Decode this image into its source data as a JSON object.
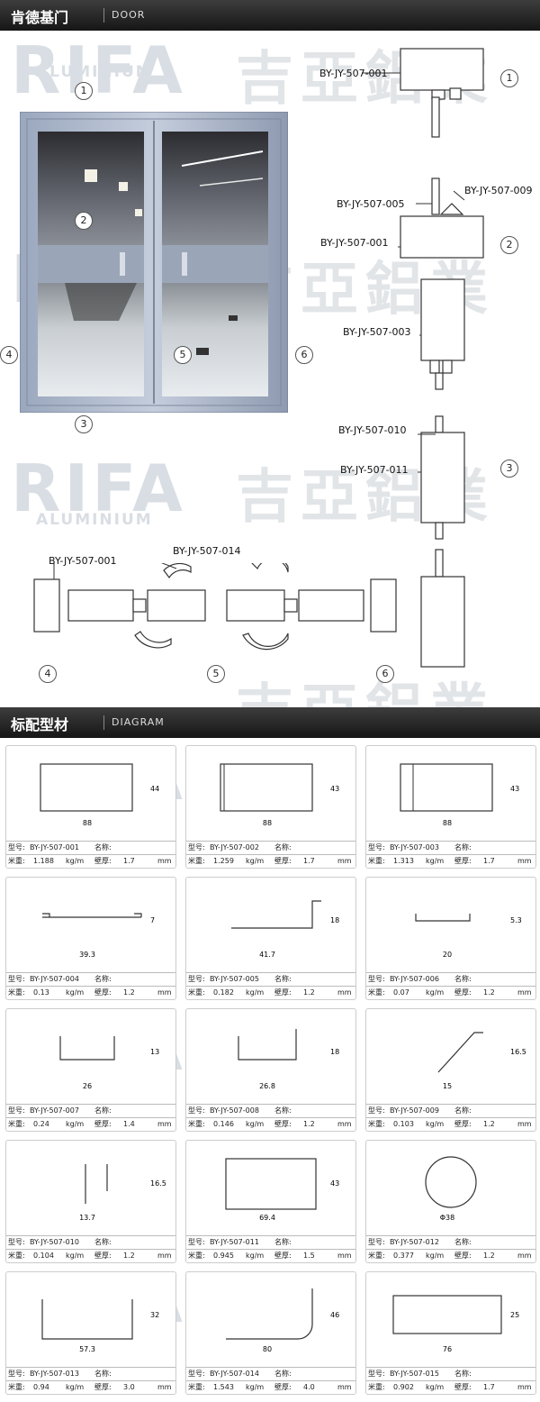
{
  "section_door": {
    "title_cn": "肯德基门",
    "title_en": "DOOR"
  },
  "section_diagram": {
    "title_cn": "标配型材",
    "title_en": "DIAGRAM"
  },
  "watermarks": {
    "brand": "RIFA",
    "sub": "ALUMINIUM",
    "cn": "吉亞鋁業"
  },
  "callouts": [
    "1",
    "2",
    "3",
    "4",
    "5",
    "6"
  ],
  "door_labels": {
    "s1": "BY-JY-507-001",
    "s2a": "BY-JY-507-005",
    "s2b": "BY-JY-507-009",
    "s2c": "BY-JY-507-001",
    "s3a": "BY-JY-507-003",
    "s3b": "BY-JY-507-010",
    "s3c": "BY-JY-507-011",
    "s4": "BY-JY-507-001",
    "s5": "BY-JY-507-014"
  },
  "field_labels": {
    "model": "型号:",
    "name": "名称:",
    "weight": "米重:",
    "unit": "kg/m",
    "thick": "壁厚:",
    "mm": "mm"
  },
  "profiles": [
    {
      "model": "BY-JY-507-001",
      "weight": "1.188",
      "thickness": "1.7",
      "dims": [
        "88",
        "44"
      ]
    },
    {
      "model": "BY-JY-507-002",
      "weight": "1.259",
      "thickness": "1.7",
      "dims": [
        "88",
        "43"
      ]
    },
    {
      "model": "BY-JY-507-003",
      "weight": "1.313",
      "thickness": "1.7",
      "dims": [
        "88",
        "43"
      ]
    },
    {
      "model": "BY-JY-507-004",
      "weight": "0.13",
      "thickness": "1.2",
      "dims": [
        "39.3",
        "7"
      ]
    },
    {
      "model": "BY-JY-507-005",
      "weight": "0.182",
      "thickness": "1.2",
      "dims": [
        "41.7",
        "18"
      ]
    },
    {
      "model": "BY-JY-507-006",
      "weight": "0.07",
      "thickness": "1.2",
      "dims": [
        "20",
        "5.3"
      ]
    },
    {
      "model": "BY-JY-507-007",
      "weight": "0.24",
      "thickness": "1.4",
      "dims": [
        "26",
        "13"
      ]
    },
    {
      "model": "BY-JY-507-008",
      "weight": "0.146",
      "thickness": "1.2",
      "dims": [
        "26.8",
        "18"
      ]
    },
    {
      "model": "BY-JY-507-009",
      "weight": "0.103",
      "thickness": "1.2",
      "dims": [
        "15",
        "16.5"
      ]
    },
    {
      "model": "BY-JY-507-010",
      "weight": "0.104",
      "thickness": "1.2",
      "dims": [
        "13.7",
        "16.5"
      ]
    },
    {
      "model": "BY-JY-507-011",
      "weight": "0.945",
      "thickness": "1.5",
      "dims": [
        "69.4",
        "43"
      ]
    },
    {
      "model": "BY-JY-507-012",
      "weight": "0.377",
      "thickness": "1.2",
      "dims": [
        "Φ38"
      ]
    },
    {
      "model": "BY-JY-507-013",
      "weight": "0.94",
      "thickness": "3.0",
      "dims": [
        "57.3",
        "32"
      ]
    },
    {
      "model": "BY-JY-507-014",
      "weight": "1.543",
      "thickness": "4.0",
      "dims": [
        "80",
        "46"
      ]
    },
    {
      "model": "BY-JY-507-015",
      "weight": "0.902",
      "thickness": "1.7",
      "dims": [
        "76",
        "25"
      ]
    }
  ]
}
